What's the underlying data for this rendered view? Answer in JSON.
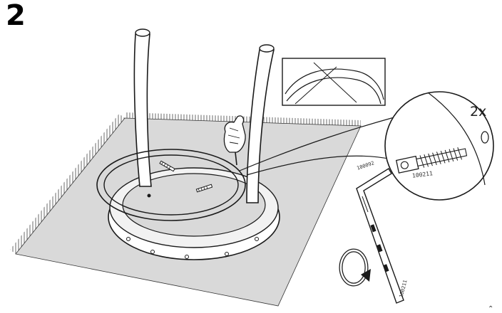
{
  "step": {
    "number": "2"
  },
  "detail_callout": {
    "quantity": "2x",
    "screw_part_number": "100211"
  },
  "allen_key": {
    "part_number": "100092",
    "part_number_2": "100211"
  },
  "palette": {
    "ink": "#1a1a1a",
    "rug_fill": "#d9d9d9",
    "callout_fill": "#ffffff"
  }
}
